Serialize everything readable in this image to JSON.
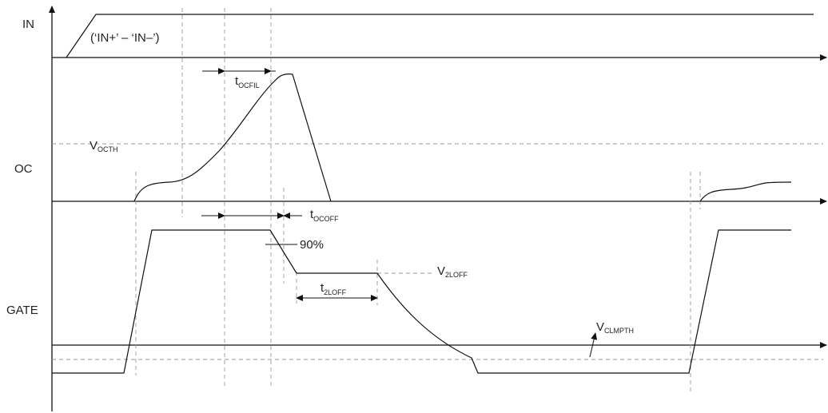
{
  "signals": {
    "in": "IN",
    "oc": "OC",
    "gate": "GATE"
  },
  "annotations": {
    "in_expr": "(‘IN+’ – ‘IN–’)",
    "v_octh": {
      "main": "V",
      "sub": "OCTH"
    },
    "t_ocfil": {
      "main": "t",
      "sub": "OCFIL"
    },
    "t_ocoff": {
      "main": "t",
      "sub": "OCOFF"
    },
    "pct_90": "90%",
    "v_2loff": {
      "main": "V",
      "sub": "2LOFF"
    },
    "t_2loff": {
      "main": "t",
      "sub": "2LOFF"
    },
    "v_clmpth": {
      "main": "V",
      "sub": "CLMPTH"
    }
  }
}
